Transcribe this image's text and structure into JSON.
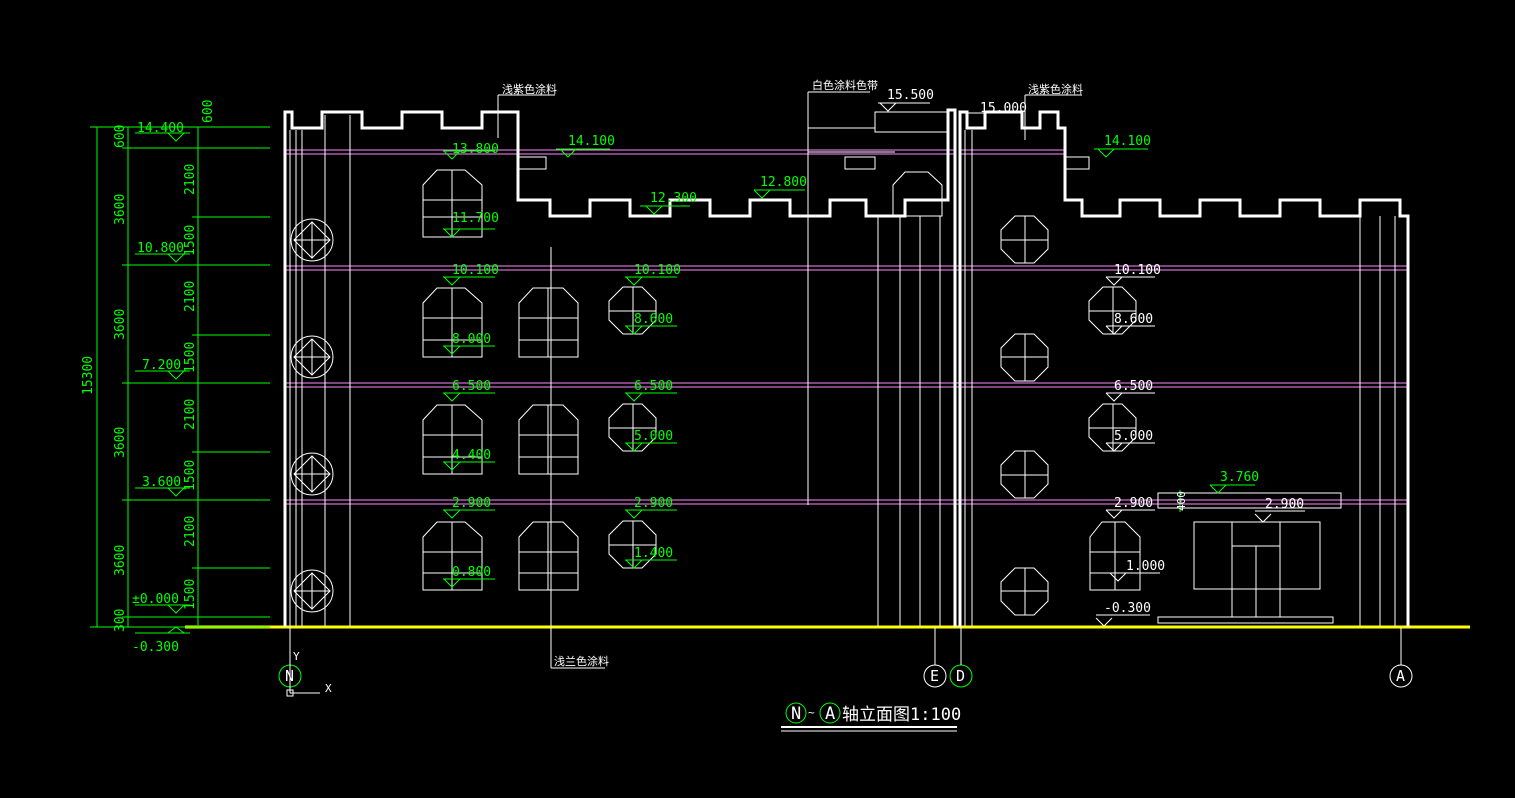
{
  "title": {
    "n": "N",
    "a": "A",
    "text": "轴立面图1:100"
  },
  "axes": [
    "N",
    "E",
    "D",
    "A"
  ],
  "ucs": {
    "x": "X",
    "y": "Y"
  },
  "notes": {
    "purple_left": "浅紫色涂料",
    "white_band": "白色涂料色带",
    "purple_right": "浅紫色涂料",
    "blue": "浅兰色涂料"
  },
  "total_height": "15300",
  "dims": [
    "600",
    "3600",
    "3600",
    "3600",
    "3600",
    "300"
  ],
  "sub_dims": [
    "600",
    "2100",
    "1500",
    "2100",
    "1500",
    "2100",
    "1500",
    "2100",
    "1500",
    "300"
  ],
  "left_levels": [
    "14.400",
    "10.800",
    "7.200",
    "3.600",
    "±0.000",
    "-0.300"
  ],
  "parapet_levels": [
    "14.100",
    "12.300",
    "12.800",
    "15.500",
    "15.000",
    "14.100"
  ],
  "window_levels": {
    "col1": [
      "13.800",
      "11.700",
      "10.100",
      "8.000",
      "6.500",
      "4.400",
      "2.900",
      "0.800"
    ],
    "col3": [
      "10.100",
      "8.600",
      "6.500",
      "5.000",
      "2.900",
      "1.400"
    ],
    "right": [
      "10.100",
      "8.600",
      "6.500",
      "5.000",
      "2.900",
      "1.000",
      "-0.300"
    ],
    "canopy": [
      "3.760",
      "2.900"
    ],
    "canopy_dim": "400"
  },
  "colors": {
    "green": "#00ff00",
    "white": "#ffffff",
    "magenta": "#ff88ff",
    "yellow": "#ffff00"
  }
}
